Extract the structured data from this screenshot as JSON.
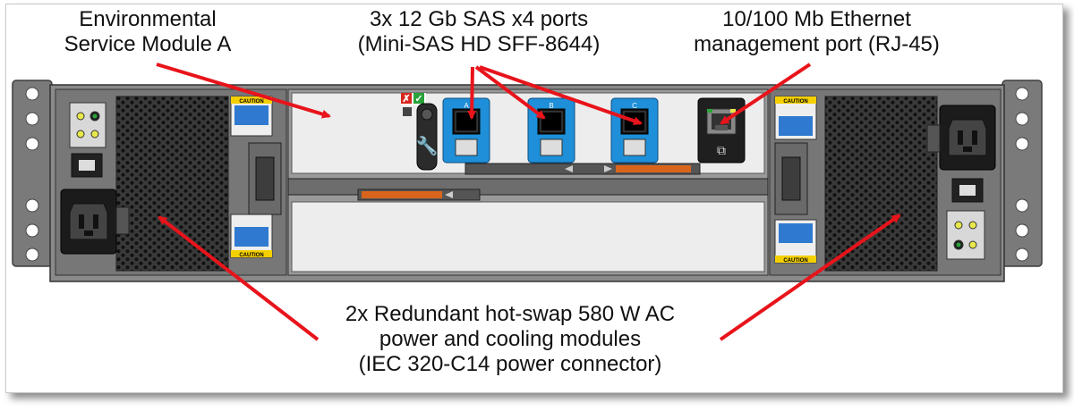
{
  "callouts": {
    "esm": {
      "line1": "Environmental",
      "line2": "Service Module A"
    },
    "sas": {
      "line1": "3x 12 Gb SAS x4 ports",
      "line2": "(Mini-SAS HD SFF-8644)"
    },
    "ethernet": {
      "line1": "10/100 Mb Ethernet",
      "line2": "management port (RJ-45)"
    },
    "psu": {
      "line1": "2x Redundant hot-swap 580 W AC",
      "line2": "power and cooling modules",
      "line3": "(IEC 320-C14 power connector)"
    }
  },
  "ports": {
    "a": "A",
    "b": "B",
    "c": "C"
  },
  "caution_label": "CAUTION",
  "colors": {
    "arrow": "#e8141b",
    "port_blue": "#1e8fd8",
    "chassis": "#6d6d6d",
    "orange_bar": "#d9651d",
    "ok_green": "#2aa33a",
    "fault_red": "#d8271e"
  }
}
